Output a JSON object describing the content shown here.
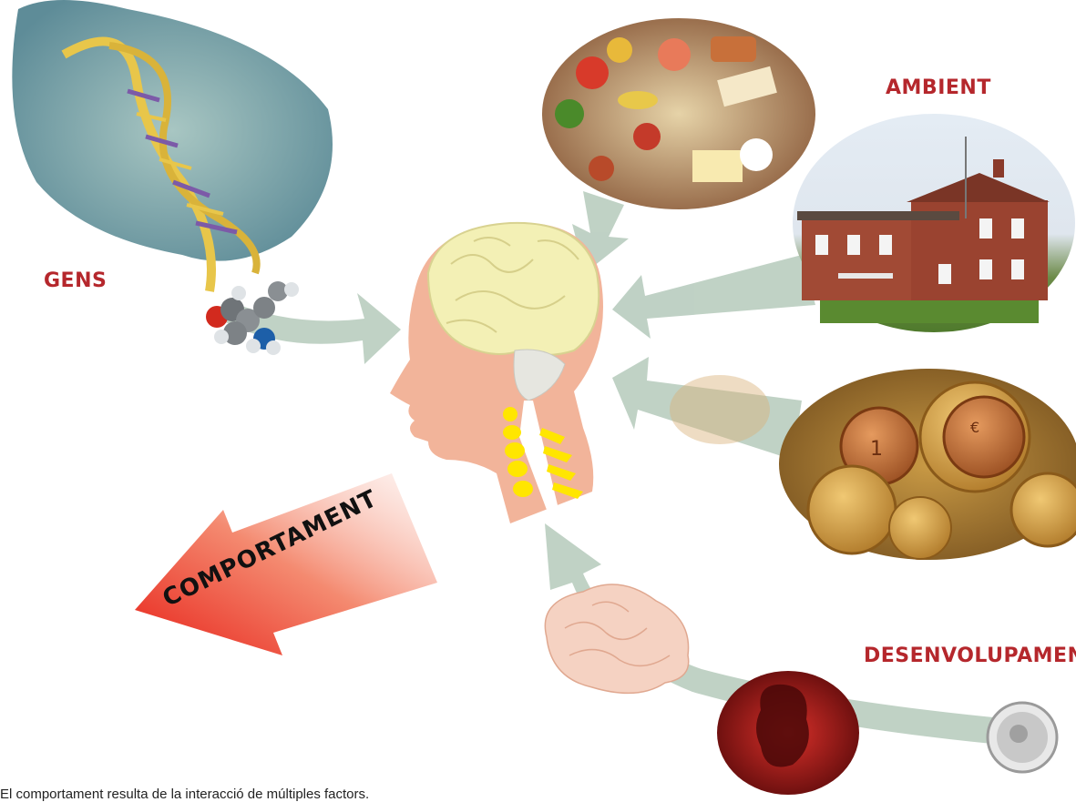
{
  "labels": {
    "gens": "GENS",
    "ambient": "AMBIENT",
    "desenvolupament": "DESENVOLUPAMENT",
    "comportament": "COMPORTAMENT"
  },
  "caption": "El comportament resulta de la interacció de múltiples factors.",
  "colors": {
    "label_red": "#b5272c",
    "arrow_green": "#b9cdbf",
    "skin": "#f2b49a",
    "brain": "#f3f0b5",
    "spine": "#ffe600",
    "output_arrow": "#e63b2e"
  }
}
